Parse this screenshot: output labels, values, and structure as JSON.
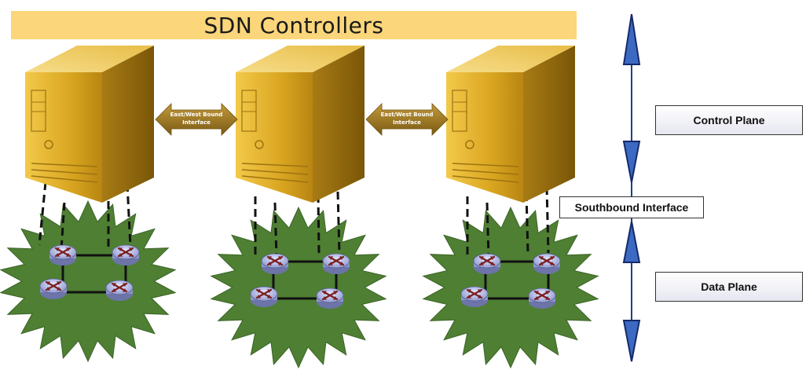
{
  "banner": {
    "title": "SDN Controllers"
  },
  "interfaces": {
    "east_west": [
      "East/West Bound",
      "Interface"
    ],
    "southbound": "Southbound Interface"
  },
  "planes": {
    "control": "Control Plane",
    "data": "Data Plane"
  },
  "colors": {
    "banner": "#fbd67a",
    "server_front": "#d9a520",
    "server_side": "#9c7312",
    "server_top": "#f0cd62",
    "arrow_brown": "#8a6a1c",
    "cloud_green": "#4e7f33",
    "router_blue": "#9aa3d8",
    "router_arrow": "#7a1f1f",
    "axis_blue": "#1f3f88"
  },
  "clusters": [
    {
      "id": "cluster-1",
      "routers": 4
    },
    {
      "id": "cluster-2",
      "routers": 4
    },
    {
      "id": "cluster-3",
      "routers": 4
    }
  ]
}
